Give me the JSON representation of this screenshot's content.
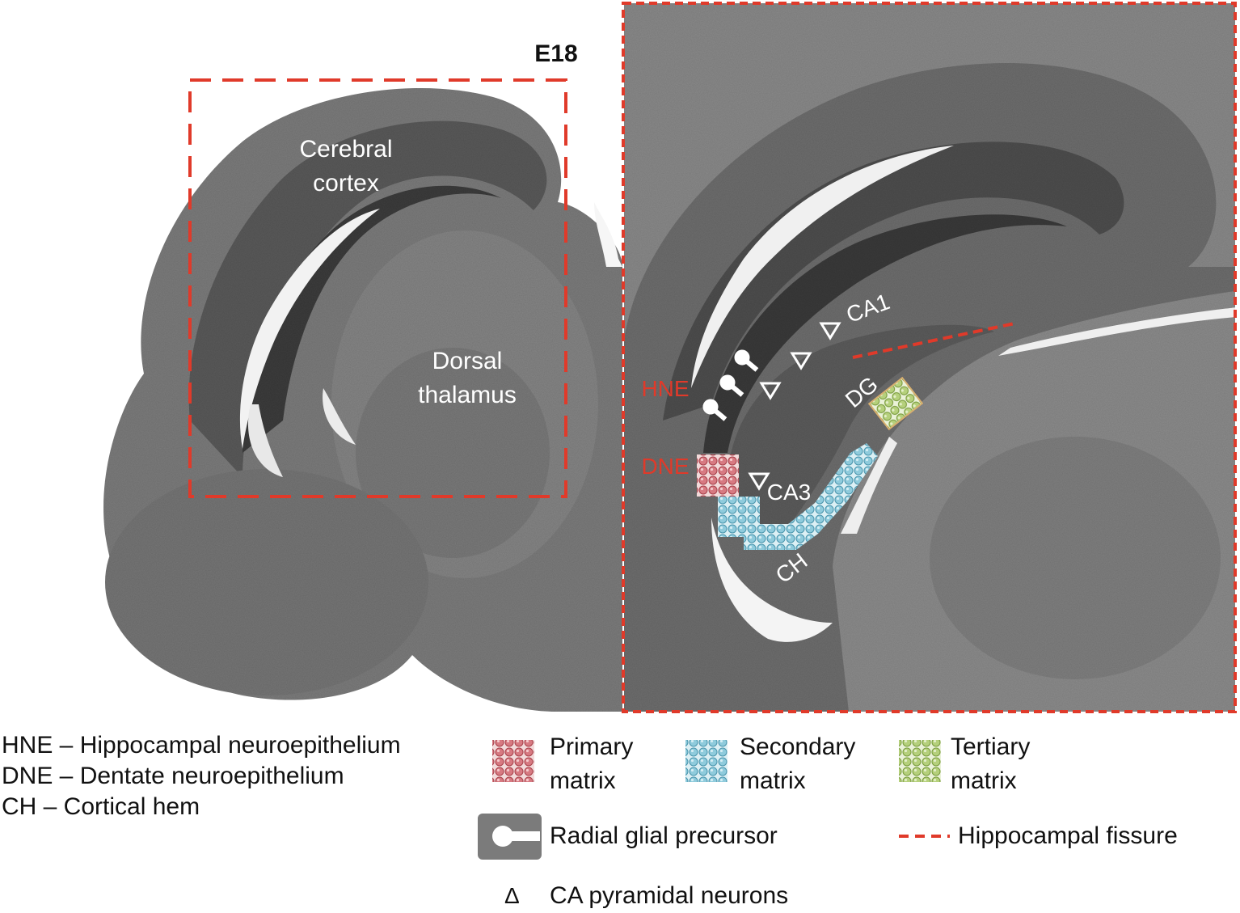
{
  "figure": {
    "stage_label": "E18",
    "left_panel": {
      "region_labels": [
        {
          "id": "cortex",
          "lines": [
            "Cerebral",
            "cortex"
          ]
        },
        {
          "id": "thalamus",
          "lines": [
            "Dorsal",
            "thalamus"
          ]
        }
      ]
    },
    "right_panel": {
      "labels": {
        "hne": "HNE",
        "dne": "DNE",
        "ca1": "CA1",
        "ca3": "CA3",
        "dg": "DG",
        "ch": "CH"
      }
    },
    "colors": {
      "frame_red": "#e03a2a",
      "primary": "#c8606a",
      "secondary": "#6ab6cc",
      "tertiary": "#9cbf5c",
      "tissue_dark": "#4a4a4a",
      "tissue_light": "#8a8a8a"
    }
  },
  "legend": {
    "abbreviations": [
      "HNE – Hippocampal neuroepithelium",
      "DNE – Dentate neuroepithelium",
      "CH – Cortical hem"
    ],
    "matrices": [
      {
        "id": "primary",
        "lines": [
          "Primary",
          "matrix"
        ]
      },
      {
        "id": "secondary",
        "lines": [
          "Secondary",
          "matrix"
        ]
      },
      {
        "id": "tertiary",
        "lines": [
          "Tertiary",
          "matrix"
        ]
      }
    ],
    "radial_glial": "Radial glial precursor",
    "fissure": "Hippocampal fissure",
    "pyramidal_symbol": "Δ",
    "pyramidal": "CA pyramidal neurons"
  }
}
